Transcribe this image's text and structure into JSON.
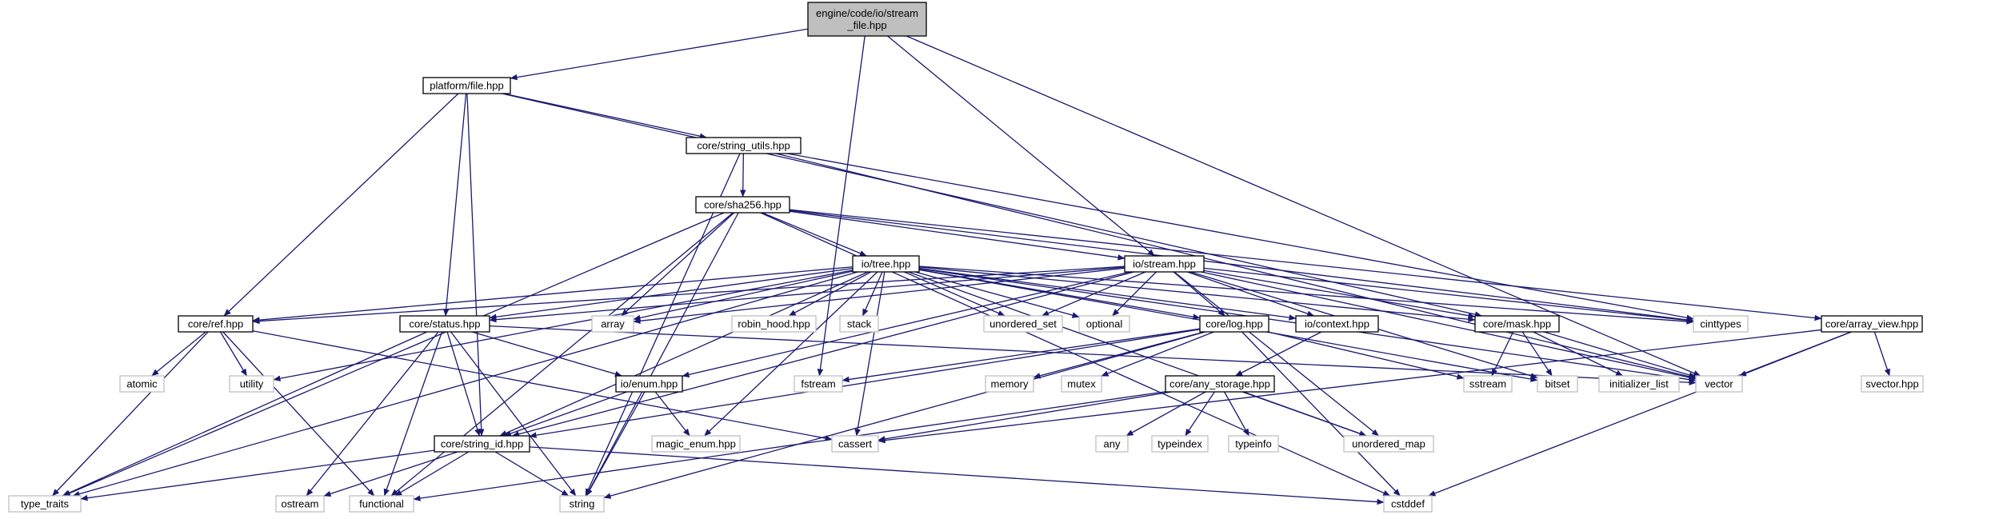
{
  "colors": {
    "edge": "#191970",
    "root_fill": "#bfbfbf",
    "root_stroke": "#000000",
    "documented_stroke": "#000000",
    "external_stroke": "#bfbfbf",
    "text": "#000000"
  },
  "nodes": [
    {
      "id": "root",
      "label": "engine/code/io/stream\n_file.hpp",
      "kind": "root"
    },
    {
      "id": "platform_file",
      "label": "platform/file.hpp",
      "kind": "documented"
    },
    {
      "id": "string_utils",
      "label": "core/string_utils.hpp",
      "kind": "documented"
    },
    {
      "id": "sha256",
      "label": "core/sha256.hpp",
      "kind": "documented"
    },
    {
      "id": "io_tree",
      "label": "io/tree.hpp",
      "kind": "documented"
    },
    {
      "id": "io_stream",
      "label": "io/stream.hpp",
      "kind": "documented"
    },
    {
      "id": "core_ref",
      "label": "core/ref.hpp",
      "kind": "documented"
    },
    {
      "id": "core_status",
      "label": "core/status.hpp",
      "kind": "documented"
    },
    {
      "id": "core_log",
      "label": "core/log.hpp",
      "kind": "documented"
    },
    {
      "id": "io_context",
      "label": "io/context.hpp",
      "kind": "documented"
    },
    {
      "id": "core_mask",
      "label": "core/mask.hpp",
      "kind": "documented"
    },
    {
      "id": "array_view",
      "label": "core/array_view.hpp",
      "kind": "documented"
    },
    {
      "id": "io_enum",
      "label": "io/enum.hpp",
      "kind": "documented"
    },
    {
      "id": "any_storage",
      "label": "core/any_storage.hpp",
      "kind": "documented"
    },
    {
      "id": "string_id",
      "label": "core/string_id.hpp",
      "kind": "documented"
    },
    {
      "id": "array",
      "label": "array",
      "kind": "external"
    },
    {
      "id": "robin_hood",
      "label": "robin_hood.hpp",
      "kind": "external"
    },
    {
      "id": "stack",
      "label": "stack",
      "kind": "external"
    },
    {
      "id": "unordered_set",
      "label": "unordered_set",
      "kind": "external"
    },
    {
      "id": "optional",
      "label": "optional",
      "kind": "external"
    },
    {
      "id": "cinttypes",
      "label": "cinttypes",
      "kind": "external"
    },
    {
      "id": "atomic",
      "label": "atomic",
      "kind": "external"
    },
    {
      "id": "utility",
      "label": "utility",
      "kind": "external"
    },
    {
      "id": "fstream",
      "label": "fstream",
      "kind": "external"
    },
    {
      "id": "memory",
      "label": "memory",
      "kind": "external"
    },
    {
      "id": "mutex",
      "label": "mutex",
      "kind": "external"
    },
    {
      "id": "sstream",
      "label": "sstream",
      "kind": "external"
    },
    {
      "id": "bitset",
      "label": "bitset",
      "kind": "external"
    },
    {
      "id": "initializer_list",
      "label": "initializer_list",
      "kind": "external"
    },
    {
      "id": "vector",
      "label": "vector",
      "kind": "external"
    },
    {
      "id": "svector",
      "label": "svector.hpp",
      "kind": "external"
    },
    {
      "id": "magic_enum",
      "label": "magic_enum.hpp",
      "kind": "external"
    },
    {
      "id": "cassert",
      "label": "cassert",
      "kind": "external"
    },
    {
      "id": "any",
      "label": "any",
      "kind": "external"
    },
    {
      "id": "typeindex",
      "label": "typeindex",
      "kind": "external"
    },
    {
      "id": "typeinfo",
      "label": "typeinfo",
      "kind": "external"
    },
    {
      "id": "unordered_map",
      "label": "unordered_map",
      "kind": "external"
    },
    {
      "id": "type_traits",
      "label": "type_traits",
      "kind": "external"
    },
    {
      "id": "ostream",
      "label": "ostream",
      "kind": "external"
    },
    {
      "id": "functional",
      "label": "functional",
      "kind": "external"
    },
    {
      "id": "string",
      "label": "string",
      "kind": "external"
    },
    {
      "id": "cstddef",
      "label": "cstddef",
      "kind": "external"
    }
  ],
  "edges": [
    [
      "root",
      "platform_file"
    ],
    [
      "root",
      "io_stream"
    ],
    [
      "root",
      "vector"
    ],
    [
      "root",
      "fstream"
    ],
    [
      "platform_file",
      "string_utils"
    ],
    [
      "platform_file",
      "core_ref"
    ],
    [
      "platform_file",
      "core_status"
    ],
    [
      "platform_file",
      "string_id"
    ],
    [
      "platform_file",
      "core_mask"
    ],
    [
      "string_utils",
      "sha256"
    ],
    [
      "string_utils",
      "string"
    ],
    [
      "string_utils",
      "vector"
    ],
    [
      "string_utils",
      "cinttypes"
    ],
    [
      "sha256",
      "io_tree"
    ],
    [
      "sha256",
      "io_stream"
    ],
    [
      "sha256",
      "array"
    ],
    [
      "sha256",
      "array_view"
    ],
    [
      "sha256",
      "type_traits"
    ],
    [
      "sha256",
      "functional"
    ],
    [
      "sha256",
      "string"
    ],
    [
      "sha256",
      "cstddef"
    ],
    [
      "sha256",
      "cinttypes"
    ],
    [
      "io_tree",
      "core_ref"
    ],
    [
      "io_tree",
      "core_status"
    ],
    [
      "io_tree",
      "array"
    ],
    [
      "io_tree",
      "robin_hood"
    ],
    [
      "io_tree",
      "stack"
    ],
    [
      "io_tree",
      "unordered_set"
    ],
    [
      "io_tree",
      "optional"
    ],
    [
      "io_tree",
      "core_log"
    ],
    [
      "io_tree",
      "io_context"
    ],
    [
      "io_tree",
      "core_mask"
    ],
    [
      "io_tree",
      "cinttypes"
    ],
    [
      "io_tree",
      "utility"
    ],
    [
      "io_tree",
      "magic_enum"
    ],
    [
      "io_tree",
      "cassert"
    ],
    [
      "io_tree",
      "string_id"
    ],
    [
      "io_tree",
      "vector"
    ],
    [
      "io_tree",
      "unordered_map"
    ],
    [
      "io_tree",
      "type_traits"
    ],
    [
      "io_tree",
      "bitset"
    ],
    [
      "io_stream",
      "core_ref"
    ],
    [
      "io_stream",
      "core_status"
    ],
    [
      "io_stream",
      "array"
    ],
    [
      "io_stream",
      "unordered_set"
    ],
    [
      "io_stream",
      "optional"
    ],
    [
      "io_stream",
      "core_log"
    ],
    [
      "io_stream",
      "io_context"
    ],
    [
      "io_stream",
      "core_mask"
    ],
    [
      "io_stream",
      "cinttypes"
    ],
    [
      "io_stream",
      "io_enum"
    ],
    [
      "io_stream",
      "string_id"
    ],
    [
      "io_stream",
      "vector"
    ],
    [
      "io_stream",
      "unordered_map"
    ],
    [
      "io_stream",
      "bitset"
    ],
    [
      "core_ref",
      "atomic"
    ],
    [
      "core_ref",
      "utility"
    ],
    [
      "core_ref",
      "type_traits"
    ],
    [
      "core_ref",
      "functional"
    ],
    [
      "core_ref",
      "cassert"
    ],
    [
      "core_status",
      "io_enum"
    ],
    [
      "core_status",
      "string_id"
    ],
    [
      "core_status",
      "type_traits"
    ],
    [
      "core_status",
      "ostream"
    ],
    [
      "core_status",
      "functional"
    ],
    [
      "core_status",
      "string"
    ],
    [
      "core_status",
      "vector"
    ],
    [
      "core_log",
      "fstream"
    ],
    [
      "core_log",
      "memory"
    ],
    [
      "core_log",
      "mutex"
    ],
    [
      "core_log",
      "sstream"
    ],
    [
      "core_log",
      "string"
    ],
    [
      "core_log",
      "cstddef"
    ],
    [
      "core_log",
      "string_id"
    ],
    [
      "io_context",
      "any_storage"
    ],
    [
      "core_mask",
      "sstream"
    ],
    [
      "core_mask",
      "bitset"
    ],
    [
      "core_mask",
      "initializer_list"
    ],
    [
      "core_mask",
      "vector"
    ],
    [
      "array_view",
      "vector"
    ],
    [
      "array_view",
      "svector"
    ],
    [
      "array_view",
      "cstddef"
    ],
    [
      "array_view",
      "cassert"
    ],
    [
      "io_enum",
      "magic_enum"
    ],
    [
      "io_enum",
      "string_id"
    ],
    [
      "io_enum",
      "string"
    ],
    [
      "any_storage",
      "any"
    ],
    [
      "any_storage",
      "typeindex"
    ],
    [
      "any_storage",
      "typeinfo"
    ],
    [
      "any_storage",
      "unordered_map"
    ],
    [
      "any_storage",
      "cassert"
    ],
    [
      "any_storage",
      "functional"
    ],
    [
      "string_id",
      "type_traits"
    ],
    [
      "string_id",
      "ostream"
    ],
    [
      "string_id",
      "functional"
    ],
    [
      "string_id",
      "string"
    ],
    [
      "string_id",
      "cstddef"
    ]
  ]
}
